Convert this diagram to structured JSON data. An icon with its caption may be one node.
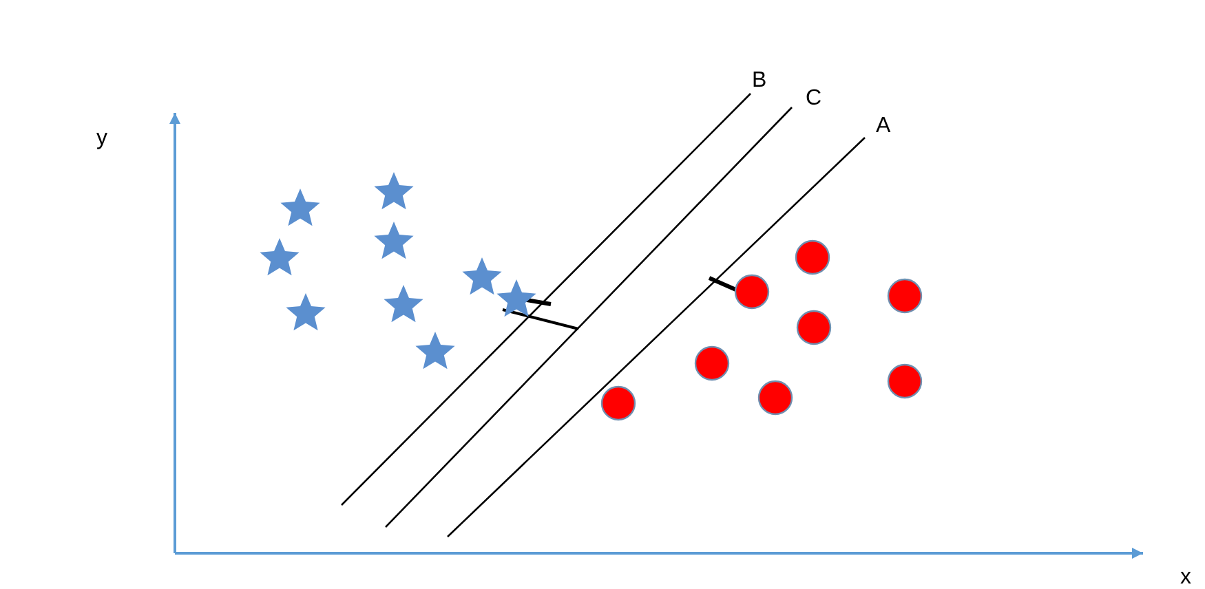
{
  "diagram": {
    "labels": [
      "y",
      "B",
      "C",
      "A",
      "x"
    ]
  }
}
